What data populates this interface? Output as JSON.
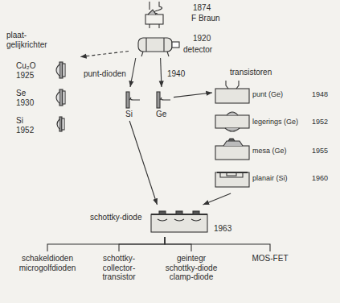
{
  "diagram": {
    "nodes": [
      {
        "text": [
          "1874",
          "F Braun"
        ]
      },
      {
        "text": [
          "1920",
          "detector"
        ]
      },
      {
        "text": [
          "plaat- gelijkrichter"
        ]
      },
      {
        "text": [
          "Cu₂O",
          "1925"
        ],
        "in": 2
      },
      {
        "text": [
          "Se",
          "1930"
        ],
        "in": 2
      },
      {
        "text": [
          "Si",
          "1952"
        ],
        "in": 2
      },
      {
        "text": [
          "punt-dioden",
          "1940"
        ]
      },
      {
        "text": [
          "Si"
        ],
        "in": 6
      },
      {
        "text": [
          "Ge"
        ],
        "in": 6
      },
      {
        "text": [
          "transistoren"
        ]
      },
      {
        "text": [
          "punt (Ge)",
          "1948"
        ],
        "in": 9
      },
      {
        "text": [
          "legerings (Ge)",
          "1952"
        ],
        "in": 9
      },
      {
        "text": [
          "mesa (Ge)",
          "1955"
        ],
        "in": 9
      },
      {
        "text": [
          "planair (Si)",
          "1960"
        ],
        "in": 9
      },
      {
        "text": [
          "schottky-diode",
          "1963"
        ]
      },
      {
        "text": [
          "schakeldioden",
          "microgolfdioden"
        ]
      },
      {
        "text": [
          "schottky- collector- transistor"
        ]
      },
      {
        "text": [
          "geintegr schottky-diode clamp-diode"
        ]
      },
      {
        "text": [
          "MOS-FET"
        ]
      }
    ],
    "edges": [
      {
        "from": 1,
        "to": 2,
        "arrow": "to"
      },
      {
        "from": 1,
        "to": 7,
        "arrow": "to"
      },
      {
        "from": 1,
        "to": 8,
        "arrow": "to"
      },
      {
        "from": 8,
        "to": 10,
        "arrow": "to"
      },
      {
        "from": 7,
        "to": 14,
        "arrow": "to"
      },
      {
        "from": 13,
        "to": 14,
        "arrow": "to"
      },
      {
        "from": 14,
        "to": 15,
        "arrow": "none"
      },
      {
        "from": 14,
        "to": 16,
        "arrow": "none"
      },
      {
        "from": 14,
        "to": 17,
        "arrow": "none"
      },
      {
        "from": 14,
        "to": 18,
        "arrow": "none"
      }
    ]
  }
}
